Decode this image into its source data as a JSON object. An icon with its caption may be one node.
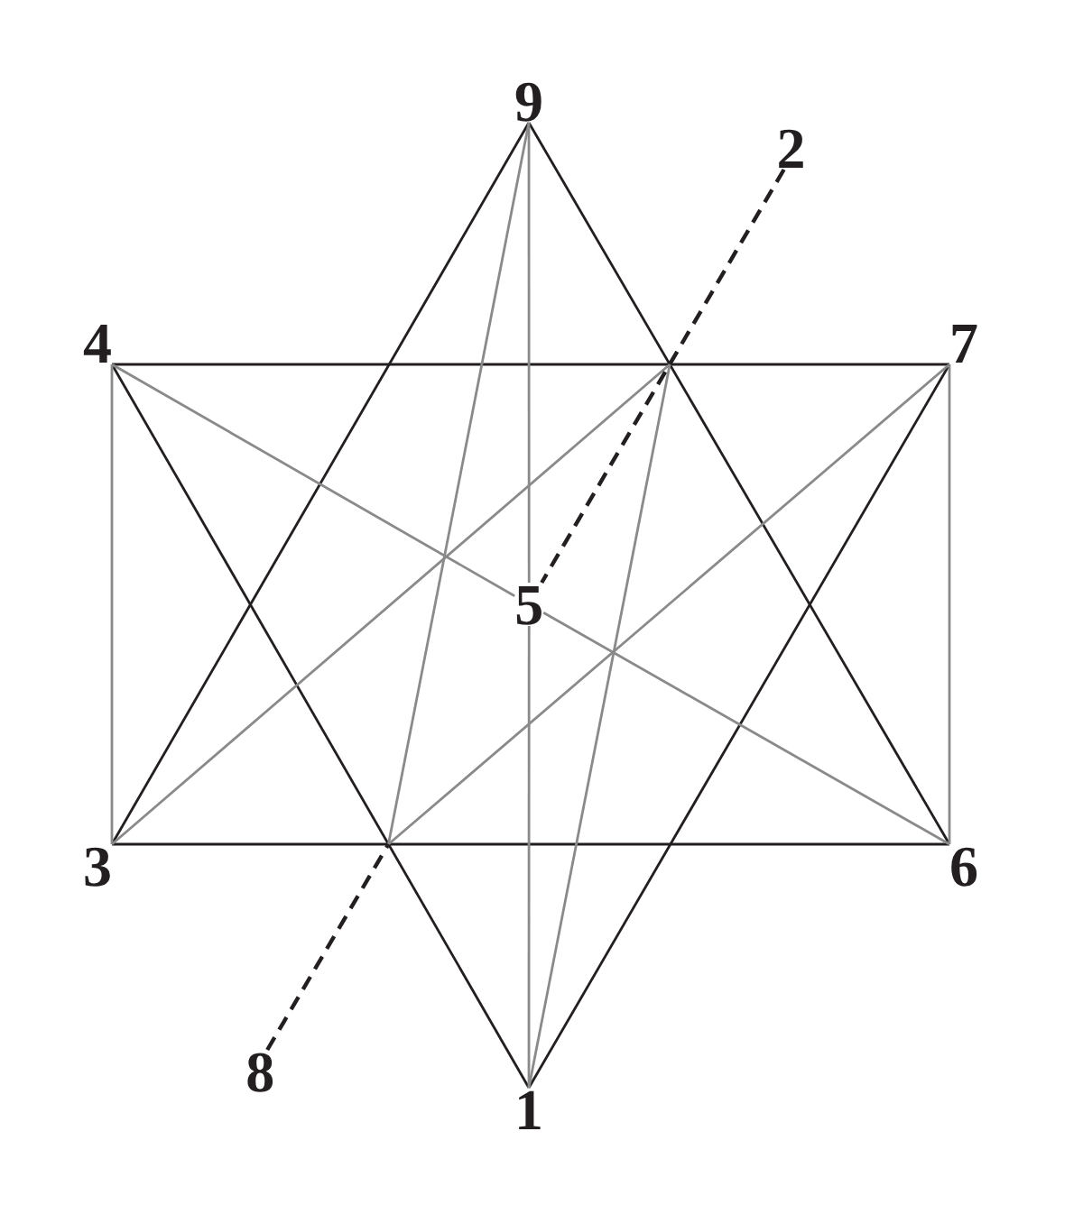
{
  "diagram": {
    "nodes": [
      {
        "text": [
          "9"
        ]
      },
      {
        "text": [
          "2"
        ]
      },
      {
        "text": [
          "4"
        ]
      },
      {
        "text": [
          "7"
        ]
      },
      {
        "text": [
          "5"
        ]
      },
      {
        "text": [
          "3"
        ]
      },
      {
        "text": [
          "6"
        ]
      },
      {
        "text": [
          "8"
        ]
      },
      {
        "text": [
          "1"
        ]
      }
    ],
    "edges": [
      {
        "from": 2,
        "to": 3,
        "arrow": "none",
        "color": "#231f20"
      },
      {
        "from": 0,
        "to": 5,
        "arrow": "none",
        "color": "#231f20"
      },
      {
        "from": 0,
        "to": 6,
        "arrow": "none",
        "color": "#231f20"
      },
      {
        "from": 5,
        "to": 6,
        "arrow": "none",
        "color": "#231f20"
      },
      {
        "from": 8,
        "to": 2,
        "arrow": "none",
        "color": "#231f20"
      },
      {
        "from": 8,
        "to": 3,
        "arrow": "none",
        "color": "#231f20"
      },
      {
        "from": 2,
        "to": 5,
        "arrow": "none"
      },
      {
        "from": 3,
        "to": 6,
        "arrow": "none"
      },
      {
        "from": 2,
        "to": 4,
        "arrow": "none"
      },
      {
        "from": 4,
        "to": 6,
        "arrow": "none"
      },
      {
        "from": 0,
        "to": 4,
        "arrow": "none"
      },
      {
        "from": 4,
        "to": 8,
        "arrow": "none"
      },
      {
        "from": 0,
        "to": null,
        "arrow": "none"
      },
      {
        "from": 8,
        "to": null,
        "arrow": "none"
      },
      {
        "from": 5,
        "to": null,
        "arrow": "none"
      },
      {
        "from": 3,
        "to": null,
        "arrow": "none"
      },
      {
        "from": 1,
        "to": 4,
        "arrow": "none",
        "style": "dashed",
        "color": "#231f20"
      },
      {
        "from": 7,
        "to": null,
        "arrow": "none",
        "style": "dashed",
        "color": "#231f20"
      }
    ]
  }
}
